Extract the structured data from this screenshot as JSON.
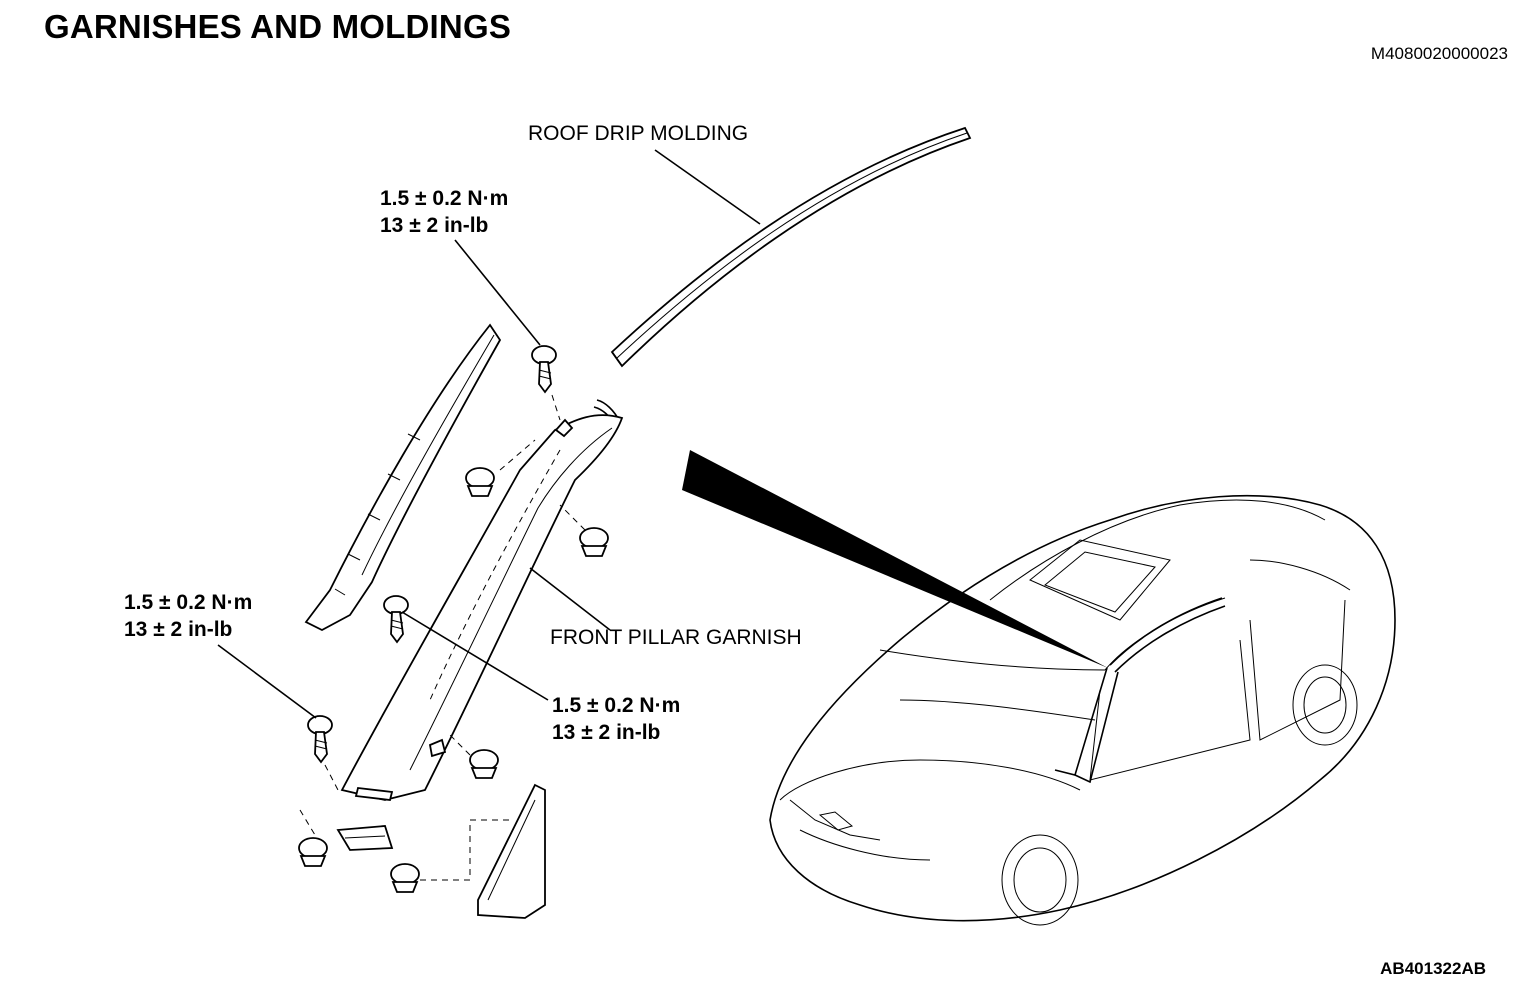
{
  "title": "GARNISHES AND MOLDINGS",
  "doc_id": "M4080020000023",
  "figure_id": "AB401322AB",
  "labels": {
    "roof_drip_molding": "ROOF DRIP MOLDING",
    "front_pillar_garnish": "FRONT PILLAR GARNISH"
  },
  "torque_specs": [
    {
      "metric": "1.5 ± 0.2 N·m",
      "imperial": "13 ± 2 in-lb"
    },
    {
      "metric": "1.5 ± 0.2 N·m",
      "imperial": "13 ± 2 in-lb"
    },
    {
      "metric": "1.5 ± 0.2 N·m",
      "imperial": "13 ± 2 in-lb"
    }
  ]
}
